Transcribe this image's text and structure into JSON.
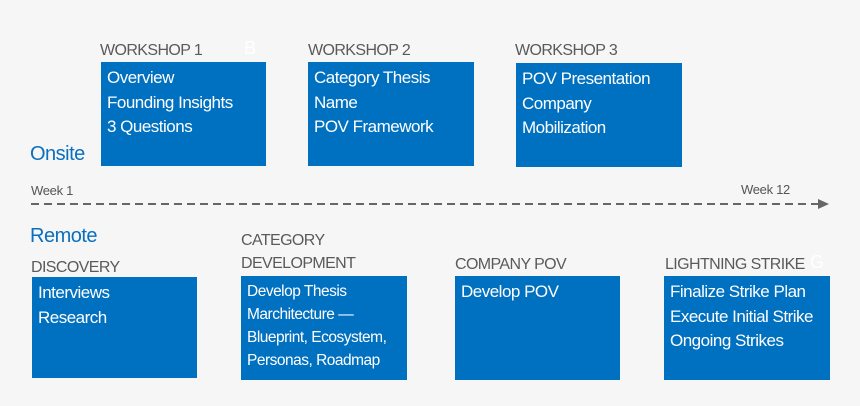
{
  "sections": {
    "onsite": "Onsite",
    "remote": "Remote"
  },
  "timeline": {
    "start": "Week 1",
    "end": "Week 12"
  },
  "ghost_letters": [
    "B",
    "G"
  ],
  "workshops": [
    {
      "title": "WORKSHOP 1",
      "items": [
        "Overview",
        "Founding Insights",
        "3 Questions"
      ]
    },
    {
      "title": "WORKSHOP 2",
      "items": [
        "Category Thesis",
        "Name",
        "POV Framework"
      ]
    },
    {
      "title": "WORKSHOP 3",
      "items": [
        "POV Presentation",
        "Company",
        "Mobilization"
      ]
    }
  ],
  "phases": [
    {
      "title": "DISCOVERY",
      "items": [
        "Interviews",
        "Research"
      ]
    },
    {
      "title_lines": [
        "CATEGORY",
        "DEVELOPMENT"
      ],
      "items": [
        "Develop Thesis",
        "Marchitecture —",
        "Blueprint, Ecosystem,",
        "Personas, Roadmap"
      ]
    },
    {
      "title": "COMPANY POV",
      "items": [
        "Develop POV"
      ]
    },
    {
      "title": "LIGHTNING STRIKE",
      "items": [
        "Finalize Strike Plan",
        "Execute Initial Strike",
        "Ongoing Strikes"
      ]
    }
  ],
  "colors": {
    "accent": "#0070c0",
    "background": "#f6f6f6"
  }
}
